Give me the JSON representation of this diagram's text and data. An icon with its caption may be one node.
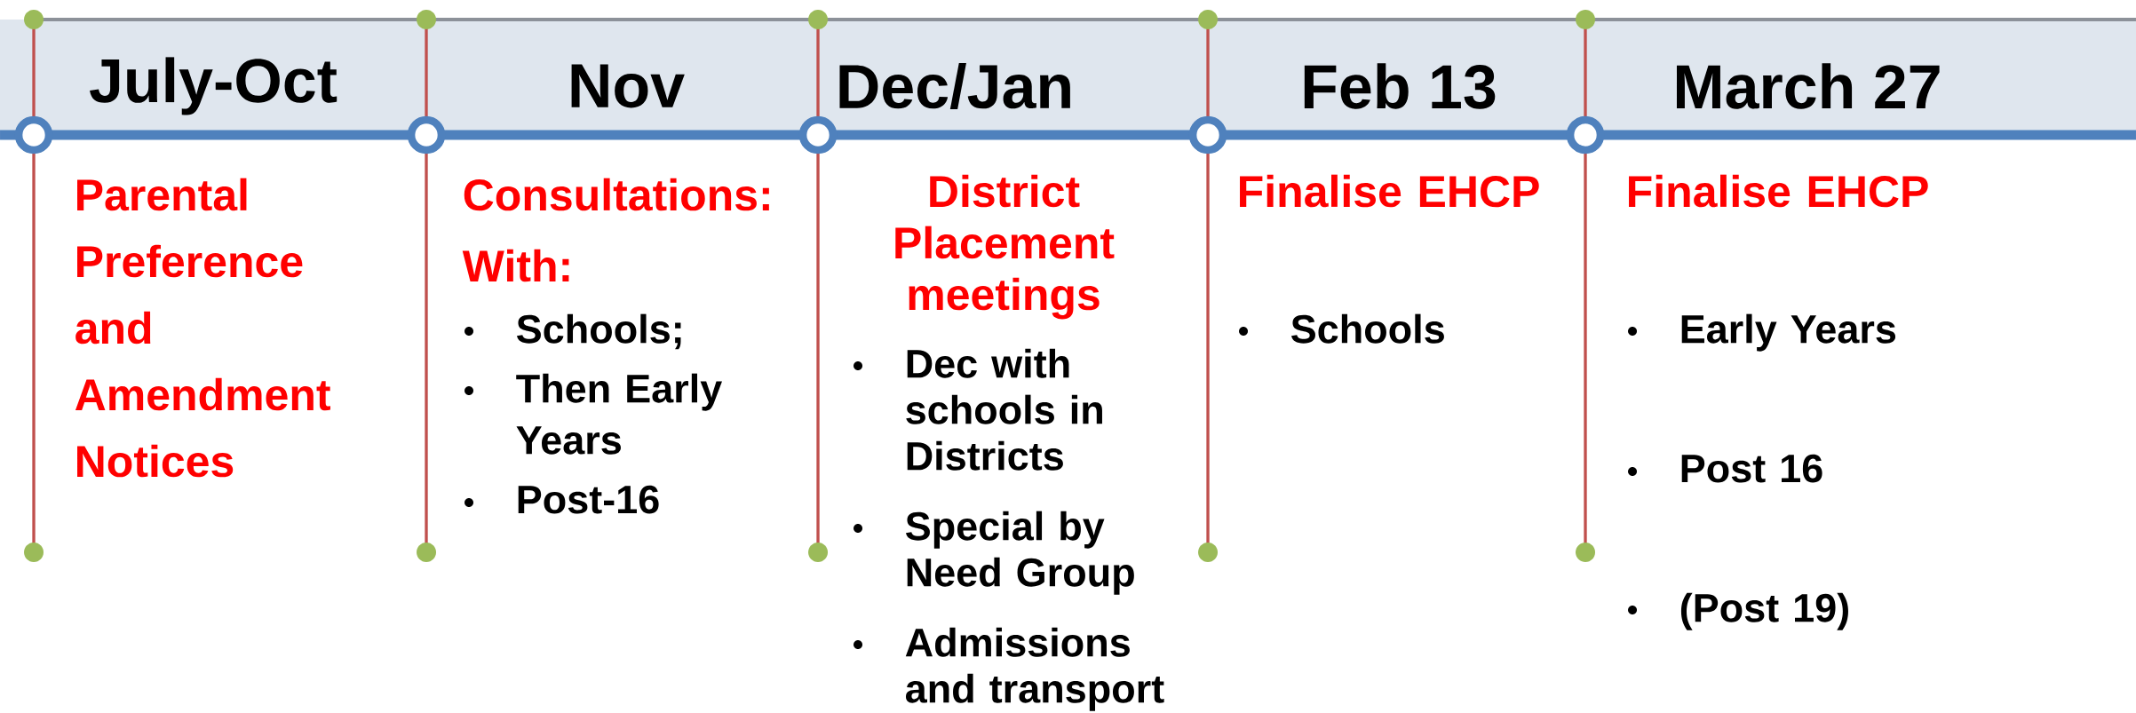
{
  "diagram": {
    "labels": [
      "July-Oct",
      "Nov",
      "Dec/Jan",
      "Feb 13",
      "March 27",
      "Parental Preference and Amendment Notices",
      "Consultations:",
      "With:",
      "Schools;",
      "Then Early Years",
      "Post-16",
      "District Placement meetings",
      "Dec with schools in Districts",
      "Special by Need Group",
      "Admissions and transport",
      "Finalise EHCP",
      "Schools",
      "Finalise EHCP",
      "Early Years",
      "Post 16",
      "(Post 19)"
    ]
  }
}
